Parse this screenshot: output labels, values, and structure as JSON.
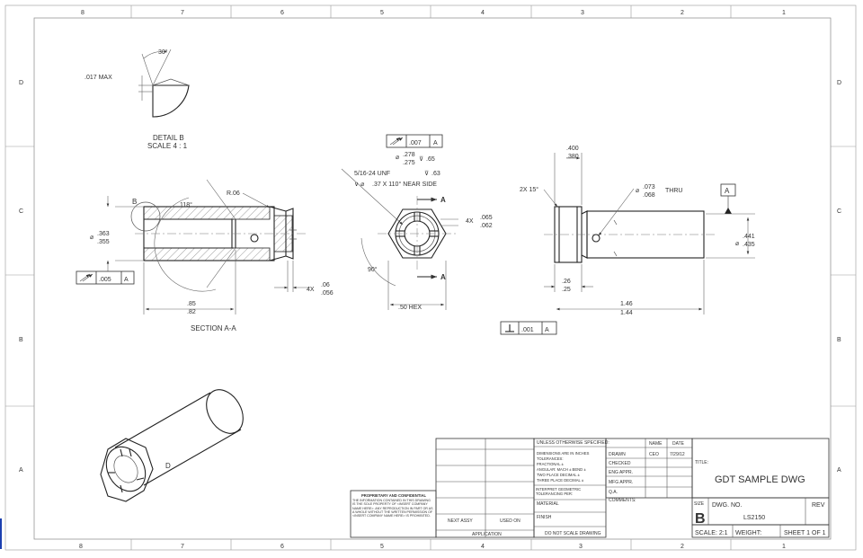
{
  "zone_columns": [
    "8",
    "7",
    "6",
    "5",
    "4",
    "3",
    "2",
    "1"
  ],
  "zone_rows": [
    "D",
    "C",
    "B",
    "A"
  ],
  "detail_b": {
    "title": "DETAIL B",
    "scale": "SCALE 4 : 1",
    "angle": "30°",
    "max_note": ".017 MAX"
  },
  "section_a": {
    "title": "SECTION A-A",
    "detail_callout": "B",
    "radius": "R.06",
    "angle": "118°",
    "dia_upper": ".363",
    "dia_lower": ".355",
    "len_upper": ".85",
    "len_lower": ".82",
    "slot_prefix": "4X",
    "slot_upper": ".06",
    "slot_lower": ".056",
    "fcf_value": ".005",
    "fcf_datum": "A"
  },
  "end_view": {
    "fcf_value": ".007",
    "fcf_datum": "A",
    "dia_upper": ".278",
    "dia_lower": ".275",
    "dia_depth": ".65",
    "thread": "5/16-24 UNF",
    "thread_depth": ".63",
    "csk": ".37 X 110° NEAR SIDE",
    "section_label": "A",
    "angle": "90°",
    "hex": ".50 HEX",
    "slot_prefix": "4X",
    "slot_upper": ".065",
    "slot_lower": ".062"
  },
  "side_view": {
    "len_upper": ".400",
    "len_lower": ".380",
    "chamfer": "2X 15°",
    "hole_upper": ".073",
    "hole_lower": ".068",
    "hole_note": "THRU",
    "datum": "A",
    "dia_upper": ".441",
    "dia_lower": ".435",
    "flange_upper": ".26",
    "flange_lower": ".25",
    "total_upper": "1.46",
    "total_lower": "1.44",
    "fcf_value": ".001",
    "fcf_datum": "A"
  },
  "title_block": {
    "proprietary_title": "PROPRIETARY AND CONFIDENTIAL",
    "proprietary_text": "THE INFORMATION CONTAINED IN THIS DRAWING IS THE SOLE PROPERTY OF <INSERT COMPANY NAME HERE>. ANY REPRODUCTION IN PART OR AS A WHOLE WITHOUT THE WRITTEN PERMISSION OF <INSERT COMPANY NAME HERE> IS PROHIBITED.",
    "next_assy": "NEXT ASSY",
    "used_on": "USED ON",
    "application": "APPLICATION",
    "unless_note": "UNLESS OTHERWISE SPECIFIED:",
    "dims_note": "DIMENSIONS ARE IN INCHES",
    "tolerances": "TOLERANCES:",
    "fractional": "FRACTIONAL ±",
    "angular": "ANGULAR: MACH ±   BEND ±",
    "two_place": "TWO PLACE DECIMAL   ±",
    "three_place": "THREE PLACE DECIMAL  ±",
    "interpret": "INTERPRET GEOMETRIC TOLERANCING PER:",
    "material": "MATERIAL",
    "finish": "FINISH",
    "do_not_scale": "DO NOT SCALE DRAWING",
    "drawn": "DRAWN",
    "checked": "CHECKED",
    "eng_appr": "ENG APPR.",
    "mfg_appr": "MFG APPR.",
    "qa": "Q.A.",
    "comments": "COMMENTS:",
    "name_header": "NAME",
    "date_header": "DATE",
    "drawn_name": "CEO",
    "drawn_date": "7/29/12",
    "title_label": "TITLE:",
    "title": "GDT SAMPLE DWG",
    "size_label": "SIZE",
    "size": "B",
    "dwg_no_label": "DWG.  NO.",
    "dwg_no": "LS2150",
    "rev_label": "REV",
    "scale": "SCALE: 2:1",
    "weight": "WEIGHT:",
    "sheet": "SHEET 1 OF 1",
    "iso_mark": "D"
  }
}
